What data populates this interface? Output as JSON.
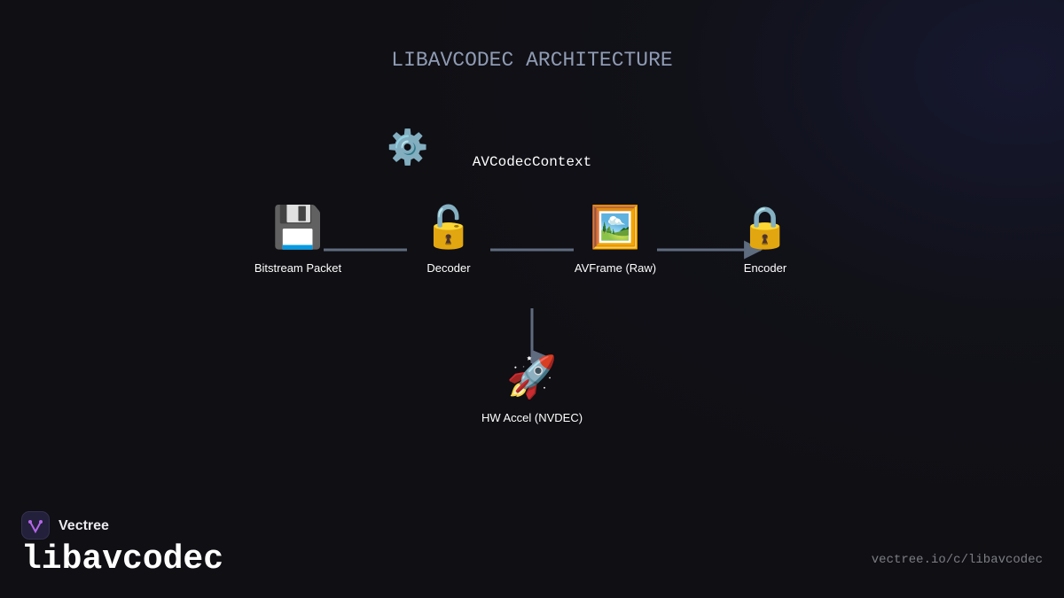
{
  "diagram": {
    "title": "LIBAVCODEC ARCHITECTURE",
    "context": {
      "icon": "⚙️",
      "icon_name": "gear-icon",
      "label": "AVCodecContext"
    },
    "nodes": [
      {
        "id": "bitstream",
        "icon": "💾",
        "icon_name": "floppy-disk-icon",
        "label": "Bitstream Packet"
      },
      {
        "id": "decoder",
        "icon": "🔓",
        "icon_name": "unlocked-padlock-icon",
        "label": "Decoder"
      },
      {
        "id": "avframe",
        "icon": "🖼️",
        "icon_name": "framed-picture-icon",
        "label": "AVFrame (Raw)"
      },
      {
        "id": "encoder",
        "icon": "🔒",
        "icon_name": "locked-padlock-icon",
        "label": "Encoder"
      },
      {
        "id": "hwaccel",
        "icon": "🚀",
        "icon_name": "rocket-icon",
        "label": "HW Accel (NVDEC)"
      }
    ],
    "edges": [
      {
        "from": "bitstream",
        "to": "decoder",
        "arrow": false
      },
      {
        "from": "decoder",
        "to": "avframe",
        "arrow": false
      },
      {
        "from": "avframe",
        "to": "encoder",
        "arrow": true
      },
      {
        "from": "decoder",
        "to": "hwaccel",
        "arrow": true
      }
    ],
    "colors": {
      "edge": "#5f6b7e",
      "title": "#8f9bb3",
      "background": "#111118"
    }
  },
  "footer": {
    "brand": "Vectree",
    "page_name": "libavcodec",
    "url": "vectree.io/c/libavcodec",
    "logo_icon": "vectree-logo-icon",
    "logo_color": "#b466e8"
  }
}
